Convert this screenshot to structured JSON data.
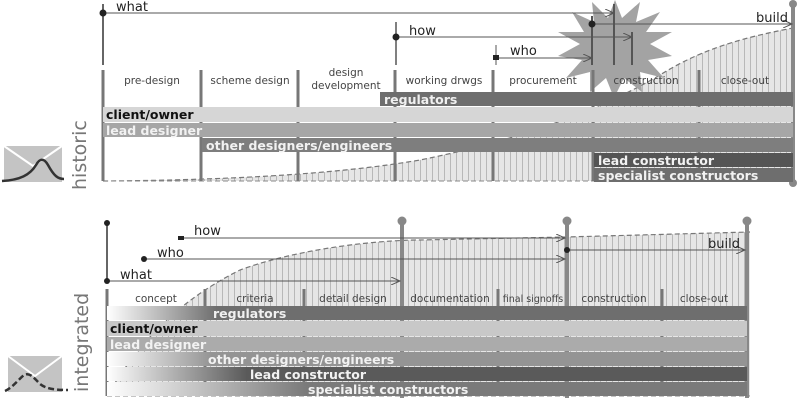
{
  "colors": {
    "dark_bar": "#6e6e6e",
    "darker_bar": "#555555",
    "mid_bar": "#a6a6a6",
    "light_bar": "#d6d6d6",
    "axis": "#7a7a7a",
    "curve_fill": "#e4e4e4",
    "starburst": "#a0a0a0"
  },
  "historic": {
    "side_label": "historic",
    "icon": "bell-curve-icon",
    "phases": [
      "pre-design",
      "scheme design",
      "design development",
      "working drwgs",
      "procurement",
      "construction",
      "close-out"
    ],
    "arrows": [
      {
        "label": "what"
      },
      {
        "label": "how"
      },
      {
        "label": "who"
      },
      {
        "label": "build"
      }
    ],
    "bars": [
      {
        "label": "regulators",
        "style": "dark"
      },
      {
        "label": "client/owner",
        "style": "light"
      },
      {
        "label": "lead designer",
        "style": "mid"
      },
      {
        "label": "other designers/engineers",
        "style": "dark"
      },
      {
        "label": "lead constructor",
        "style": "darker"
      },
      {
        "label": "specialist constructors",
        "style": "dark"
      }
    ]
  },
  "integrated": {
    "side_label": "integrated",
    "icon": "early-effort-curve-icon",
    "phases": [
      "concept",
      "criteria",
      "detail design",
      "documentation",
      "final signoffs",
      "construction",
      "close-out"
    ],
    "arrows": [
      {
        "label": "how"
      },
      {
        "label": "who"
      },
      {
        "label": "what"
      },
      {
        "label": "build"
      }
    ],
    "bars": [
      {
        "label": "regulators",
        "style": "dark"
      },
      {
        "label": "client/owner",
        "style": "light"
      },
      {
        "label": "lead designer",
        "style": "mid"
      },
      {
        "label": "other designers/engineers",
        "style": "mid"
      },
      {
        "label": "lead constructor",
        "style": "darker"
      },
      {
        "label": "specialist constructors",
        "style": "dark"
      }
    ]
  }
}
